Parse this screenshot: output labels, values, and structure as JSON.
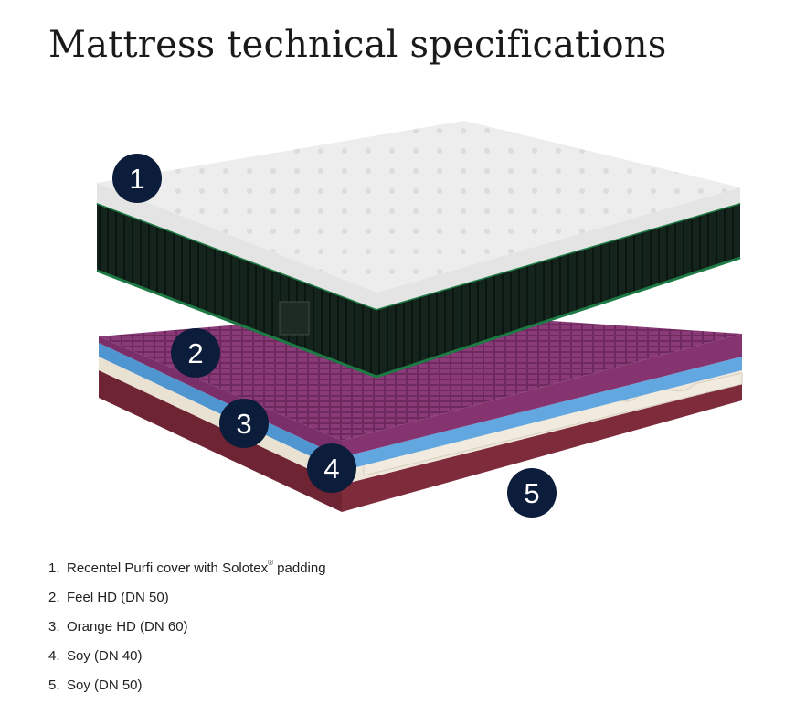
{
  "page": {
    "title": "Mattress technical specifications"
  },
  "illustration": {
    "markers": [
      "1",
      "2",
      "3",
      "4",
      "5"
    ],
    "colors": {
      "marker": "#0c1d3b",
      "cover_top": "#ececec",
      "cover_side": "#152a20",
      "piping": "#1d7a44",
      "layer_feel": "#7a2f6a",
      "layer_orange": "#5aa0d8",
      "layer_soy_cream": "#ece4d6",
      "layer_soy_base": "#7a2a3a"
    }
  },
  "specs": [
    {
      "num": "1.",
      "text": "Recentel Purfi cover with Solotex",
      "sup": "®",
      "suffix": " padding"
    },
    {
      "num": "2.",
      "text": "Feel HD (DN 50)"
    },
    {
      "num": "3.",
      "text": "Orange HD (DN 60)"
    },
    {
      "num": "4.",
      "text": "Soy (DN 40)"
    },
    {
      "num": "5.",
      "text": "Soy (DN 50)"
    }
  ]
}
